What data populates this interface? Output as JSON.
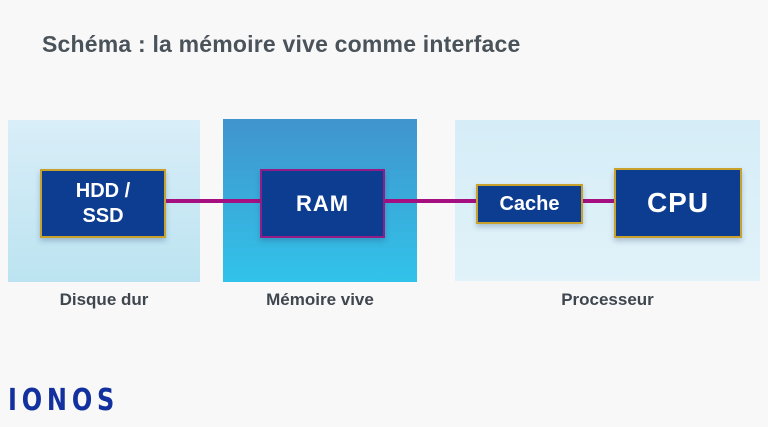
{
  "title": "Schéma : la mémoire vive comme interface",
  "diagram": {
    "hdd_box": {
      "line1": "HDD /",
      "line2": "SSD"
    },
    "ram_box": {
      "label": "RAM"
    },
    "cache_box": {
      "label": "Cache"
    },
    "cpu_box": {
      "label": "CPU"
    },
    "panel_labels": {
      "disk": "Disque dur",
      "ram": "Mémoire vive",
      "cpu": "Processeur"
    }
  },
  "footer": {
    "logo": "IONOS"
  },
  "colors": {
    "page_background": "#f8f8f8",
    "title_text": "#4a525a",
    "panel_light_top": "#d9eef8",
    "panel_light_bottom": "#bce3f1",
    "panel_ram_top": "#4194ce",
    "panel_ram_bottom": "#31c3e9",
    "box_navy": "#0d3d91",
    "box_border_gold": "#c9a22d",
    "box_border_purple": "#941c87",
    "connector_magenta": "#a50f80",
    "label_text": "#3e464e",
    "logo_blue": "#12309e"
  }
}
